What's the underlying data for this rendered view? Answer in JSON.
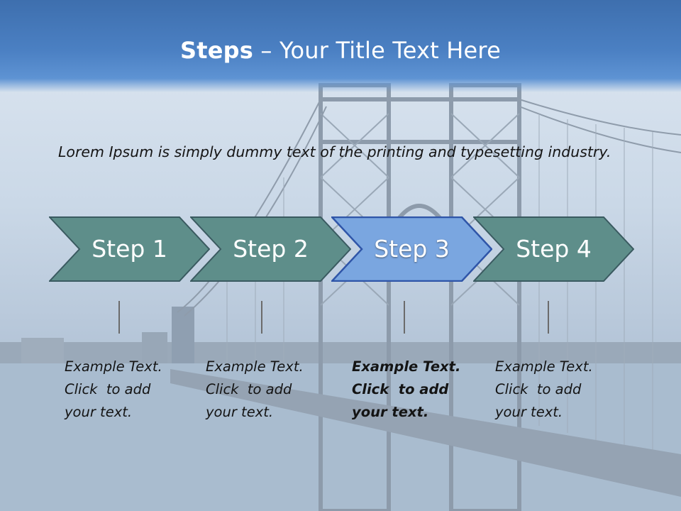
{
  "title": {
    "bold": "Steps",
    "rest": " – Your Title Text Here"
  },
  "intro": "Lorem Ipsum is simply dummy text of the printing and typesetting industry.",
  "steps": [
    {
      "label": "Step 1",
      "line1": "Example Text.",
      "line2": "Click  to add",
      "line3": "your text."
    },
    {
      "label": "Step 2",
      "line1": "Example Text.",
      "line2": "Click  to add",
      "line3": "your text."
    },
    {
      "label": "Step 3",
      "line1": "Example Text.",
      "line2": "Click  to add",
      "line3": "your text."
    },
    {
      "label": "Step 4",
      "line1": "Example Text.",
      "line2": "Click  to add",
      "line3": "your text."
    }
  ],
  "active_step": 3,
  "colors": {
    "title_band": "#4b80c3",
    "chevron": "#5e8e8a",
    "chevron_active": "#7aa6e0",
    "chevron_border": "#3a5a60",
    "chevron_active_border": "#2f55a8"
  }
}
